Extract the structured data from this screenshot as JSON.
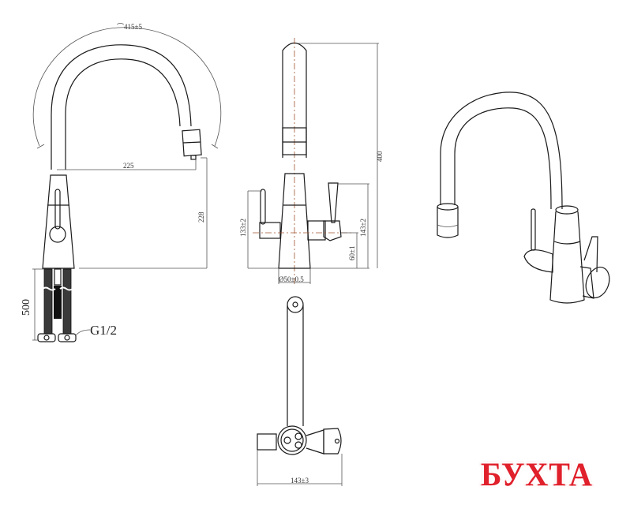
{
  "drawing": {
    "title": "Faucet technical drawing",
    "side_view": {
      "spout_arc_dim": "⌒415±5",
      "reach_dim": "225",
      "height_dim": "228",
      "hose_length_dim": "500",
      "thread_label": "G1/2"
    },
    "front_view": {
      "total_height_dim": "400",
      "left_handle_dim": "133±2",
      "right_handle_dim": "143±2",
      "axis_height_dim": "60±1",
      "base_diameter_dim": "Ø50±0.5"
    },
    "top_view": {
      "width_dim": "143±3"
    }
  },
  "logo": {
    "text": "БУХТА",
    "color": "#e0202b"
  }
}
